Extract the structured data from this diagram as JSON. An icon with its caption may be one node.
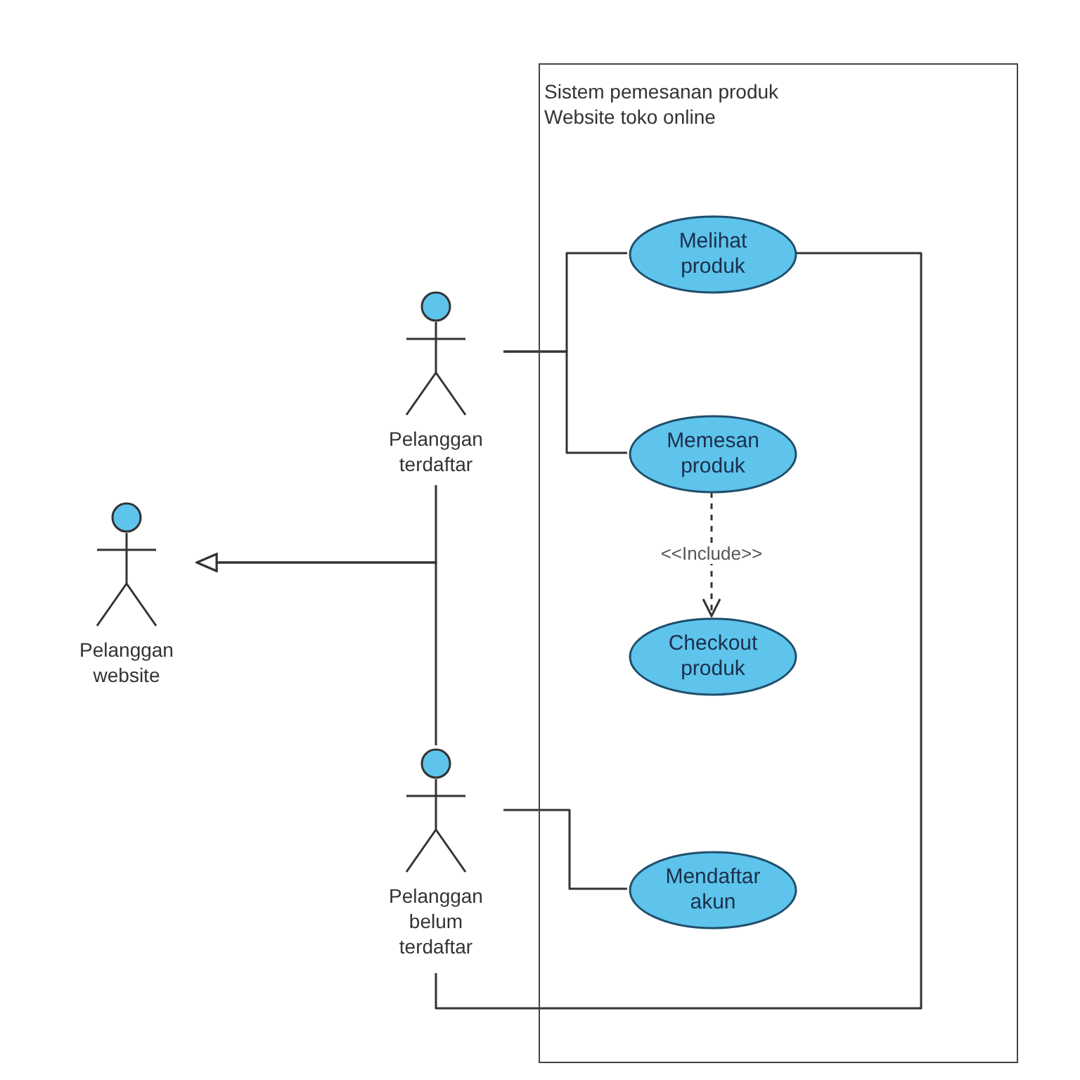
{
  "diagram": {
    "nodes": [
      {
        "text": [
          "Sistem pemesanan produk Website toko online"
        ]
      },
      {
        "text": [
          "Melihat produk"
        ],
        "in": 0
      },
      {
        "text": [
          "Memesan produk"
        ],
        "in": 0
      },
      {
        "text": [
          "Checkout produk"
        ],
        "in": 0
      },
      {
        "text": [
          "Mendaftar akun"
        ],
        "in": 0
      },
      {
        "text": [
          "Pelanggan terdaftar"
        ]
      },
      {
        "text": [
          "Pelanggan website"
        ]
      },
      {
        "text": [
          "Pelanggan belum terdaftar"
        ]
      }
    ],
    "edges": [
      {
        "from": 5,
        "to": 1,
        "arrow": "none"
      },
      {
        "from": 5,
        "to": 2,
        "arrow": "none"
      },
      {
        "from": 2,
        "to": 3,
        "arrow": "to",
        "style": "dashed",
        "label": "<<Include>>"
      },
      {
        "from": 5,
        "to": 6,
        "arrow": "to"
      },
      {
        "from": 7,
        "to": 6,
        "arrow": "to"
      },
      {
        "from": 7,
        "to": 4,
        "arrow": "none"
      },
      {
        "from": 7,
        "to": 1,
        "arrow": "none"
      }
    ]
  }
}
